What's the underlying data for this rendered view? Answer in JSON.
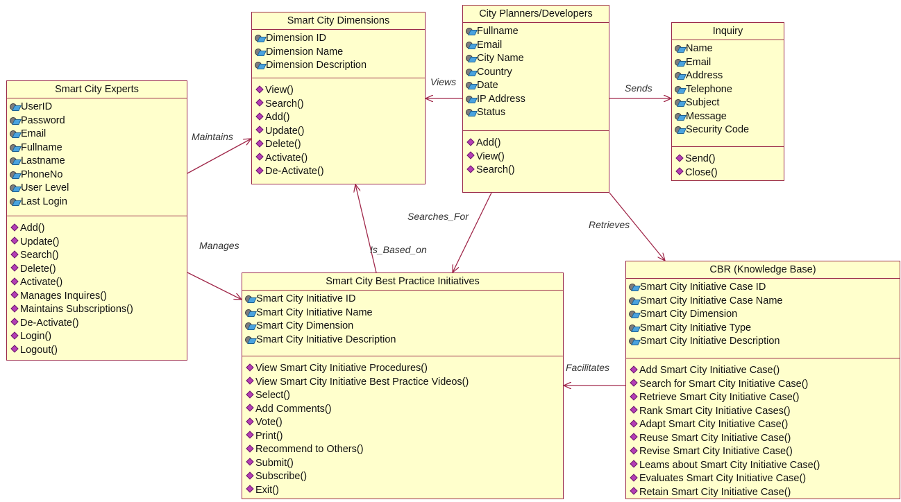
{
  "classes": {
    "dimensions": {
      "name": "Smart City Dimensions",
      "attributes": [
        "Dimension ID",
        "Dimension Name",
        "Dimension Description"
      ],
      "operations": [
        "View()",
        "Search()",
        "Add()",
        "Update()",
        "Delete()",
        "Activate()",
        "De-Activate()"
      ]
    },
    "planners": {
      "name": "City Planners/Developers",
      "attributes": [
        "Fullname",
        "Email",
        "City Name",
        "Country",
        "Date",
        "IP Address",
        "Status"
      ],
      "operations": [
        "Add()",
        "View()",
        "Search()"
      ]
    },
    "inquiry": {
      "name": "Inquiry",
      "attributes": [
        "Name",
        "Email",
        "Address",
        "Telephone",
        "Subject",
        "Message",
        "Security Code"
      ],
      "operations": [
        "Send()",
        "Close()"
      ]
    },
    "experts": {
      "name": "Smart City Experts",
      "attributes": [
        "UserID",
        "Password",
        "Email",
        "Fullname",
        "Lastname",
        "PhoneNo",
        "User Level",
        "Last Login"
      ],
      "operations": [
        "Add()",
        "Update()",
        "Search()",
        "Delete()",
        "Activate()",
        "Manages Inquires()",
        "Maintains Subscriptions()",
        "De-Activate()",
        "Login()",
        "Logout()"
      ]
    },
    "initiatives": {
      "name": "Smart City Best Practice Initiatives",
      "attributes": [
        "Smart City Initiative ID",
        "Smart City Initiative Name",
        "Smart City Dimension",
        "Smart City Initiative Description"
      ],
      "operations": [
        "View Smart City Initiative Procedures()",
        "View Smart City Initiative Best Practice Videos()",
        "Select()",
        "Add Comments()",
        "Vote()",
        "Print()",
        "Recommend to Others()",
        "Submit()",
        "Subscribe()",
        "Exit()"
      ]
    },
    "cbr": {
      "name": "CBR (Knowledge Base)",
      "attributes": [
        "Smart City Initiative Case ID",
        "Smart City Initiative Case Name",
        "Smart City Dimension",
        "Smart City Initiative Type",
        "Smart City Initiative Description"
      ],
      "operations": [
        "Add Smart City Initiative Case()",
        "Search for Smart City Initiative Case()",
        "Retrieve Smart City Initiative Case()",
        "Rank Smart City Initiative Cases()",
        "Adapt Smart City Initiative Case()",
        "Reuse Smart City Initiative Case()",
        "Revise Smart City Initiative  Case()",
        "Leams about Smart City Initiative Case()",
        "Evaluates Smart City Initiative Case()",
        "Retain Smart City Initiative Case()"
      ]
    }
  },
  "associations": {
    "views": "Views",
    "sends": "Sends",
    "maintains": "Maintains",
    "manages": "Manages",
    "searches_for": "Searches_For",
    "retrieves": "Retrieves",
    "is_based_on": "Is_Based_on",
    "facilitates": "Facilitates"
  },
  "colors": {
    "class_fill": "#ffffcc",
    "class_border": "#9b2b48",
    "link": "#a0284a"
  }
}
